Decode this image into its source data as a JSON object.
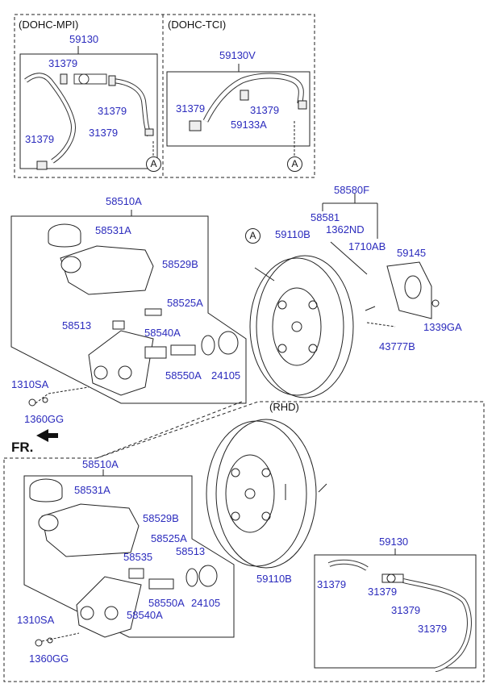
{
  "sections": {
    "dohc_mpi": "(DOHC-MPI)",
    "dohc_tci": "(DOHC-TCI)",
    "rhd": "(RHD)"
  },
  "direction_label": "FR.",
  "ref_marker": "A",
  "labels": {
    "p59130_top": "59130",
    "p31379_a": "31379",
    "p31379_b": "31379",
    "p31379_c": "31379",
    "p31379_d": "31379",
    "p59130v": "59130V",
    "p31379_e": "31379",
    "p31379_f": "31379",
    "p59133a": "59133A",
    "p58510a_top": "58510A",
    "p58531a_top": "58531A",
    "p58529b_top": "58529B",
    "p58525a_top": "58525A",
    "p58513_top": "58513",
    "p58540a_top": "58540A",
    "p58550a_top": "58550A",
    "p24105_top": "24105",
    "p1310sa_top": "1310SA",
    "p1360gg_top": "1360GG",
    "p58580f": "58580F",
    "p58581": "58581",
    "p1362nd": "1362ND",
    "p59110b_top": "59110B",
    "p1710ab": "1710AB",
    "p59145": "59145",
    "p1339ga": "1339GA",
    "p43777b": "43777B",
    "p58510a_bot": "58510A",
    "p58531a_bot": "58531A",
    "p58529b_bot": "58529B",
    "p58525a_bot": "58525A",
    "p58535": "58535",
    "p58513_bot": "58513",
    "p58550a_bot": "58550A",
    "p24105_bot": "24105",
    "p58540a_bot": "58540A",
    "p1310sa_bot": "1310SA",
    "p1360gg_bot": "1360GG",
    "p59110b_bot": "59110B",
    "p59130_bot": "59130",
    "p31379_g": "31379",
    "p31379_h": "31379",
    "p31379_i": "31379",
    "p31379_j": "31379"
  }
}
